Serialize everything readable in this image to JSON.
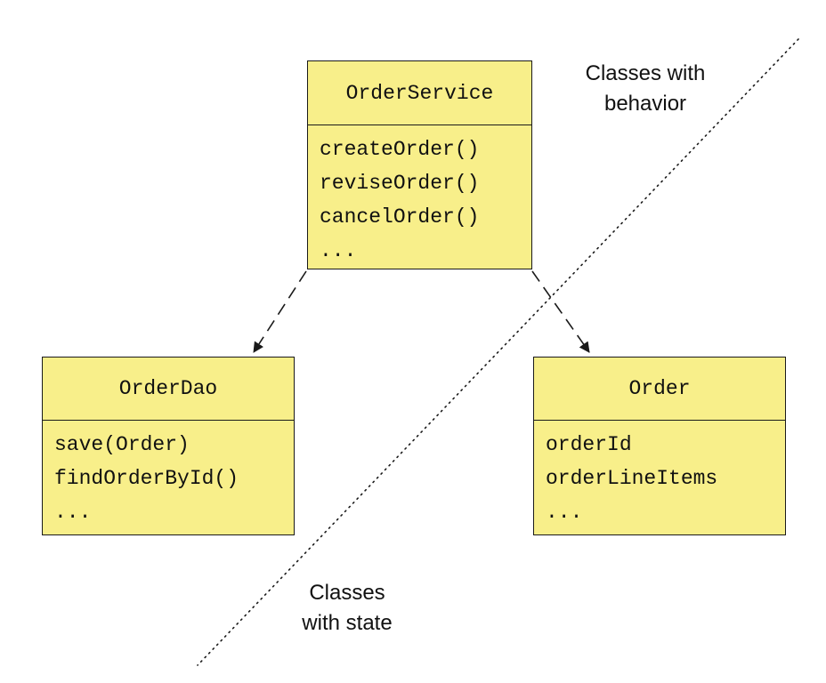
{
  "classes": {
    "order_service": {
      "name": "OrderService",
      "members": [
        "createOrder()",
        "reviseOrder()",
        "cancelOrder()",
        "..."
      ]
    },
    "order_dao": {
      "name": "OrderDao",
      "members": [
        "save(Order)",
        "findOrderById()",
        "..."
      ]
    },
    "order": {
      "name": "Order",
      "members": [
        "orderId",
        "orderLineItems",
        "..."
      ]
    }
  },
  "regions": {
    "behavior_label_line1": "Classes with",
    "behavior_label_line2": "behavior",
    "state_label_line1": "Classes",
    "state_label_line2": "with state"
  },
  "colors": {
    "class_fill": "#f8ef8a",
    "border": "#1a1a1a"
  }
}
